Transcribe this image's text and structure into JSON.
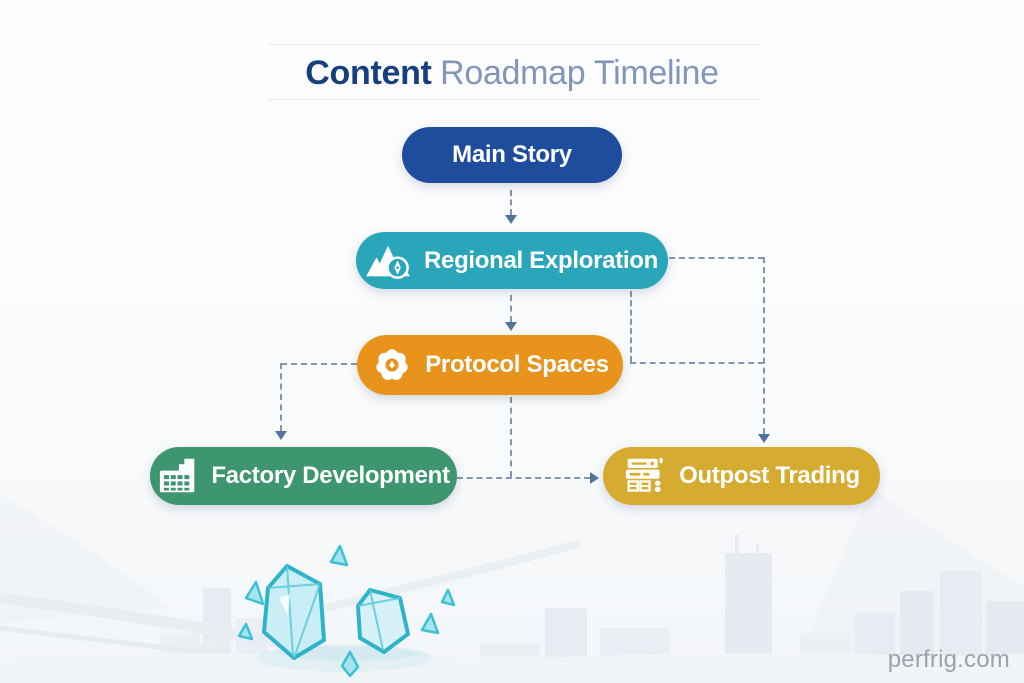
{
  "title": {
    "emphasis": "Content",
    "rest": "Roadmap Timeline"
  },
  "colors": {
    "connector": "#8295b3",
    "arrow": "#53739c",
    "node_text": "#ffffff",
    "title_emphasis": "#163f7d",
    "title_rest": "#8296bb",
    "watermark": "#9aa2ac"
  },
  "nodes": [
    {
      "id": "main-story",
      "label": "Main Story",
      "color": "#1e4d9d",
      "icon": ""
    },
    {
      "id": "regional-exploration",
      "label": "Regional Exploration",
      "color": "#2aa6bb",
      "icon": "mountains-compass-icon"
    },
    {
      "id": "protocol-spaces",
      "label": "Protocol Spaces",
      "color": "#e8941c",
      "icon": "gear-flower-icon"
    },
    {
      "id": "factory-development",
      "label": "Factory Development",
      "color": "#3d9670",
      "icon": "factory-icon"
    },
    {
      "id": "outpost-trading",
      "label": "Outpost Trading",
      "color": "#d6ac30",
      "icon": "crates-icon"
    }
  ],
  "watermark": "perfrig.com"
}
